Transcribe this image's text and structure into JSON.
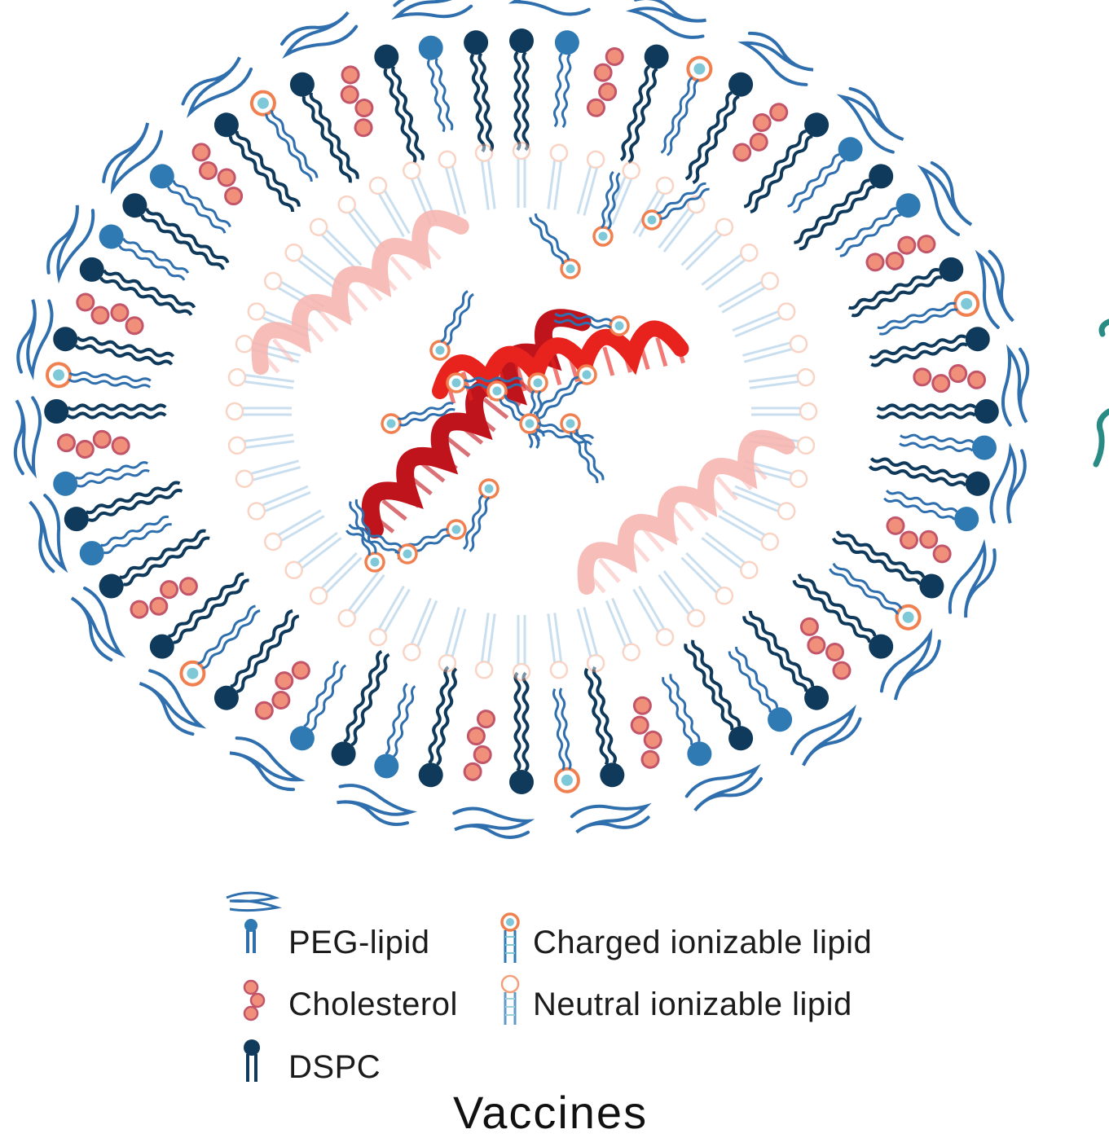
{
  "legend": {
    "peg_lipid": "PEG-lipid",
    "cholesterol": "Cholesterol",
    "dspc": "DSPC",
    "charged_ionizable_lipid": "Charged ionizable lipid",
    "neutral_ionizable_lipid": "Neutral ionizable lipid"
  },
  "caption": "Vaccines",
  "colors": {
    "dspc": "#0f3a5c",
    "peg_lipid": "#2f7ab3",
    "peg_chain": "#2f6fae",
    "cholesterol_fill": "#f0907a",
    "cholesterol_stroke": "#c2556a",
    "ionizable_ring": "#f08050",
    "ionizable_center": "#7ec8d8",
    "mrna_dark": "#c0141c",
    "mrna_light": "#f7b7b2"
  },
  "icons": [
    "peg-lipid-icon",
    "cholesterol-icon",
    "dspc-icon",
    "charged-ionizable-lipid-icon",
    "neutral-ionizable-lipid-icon"
  ]
}
